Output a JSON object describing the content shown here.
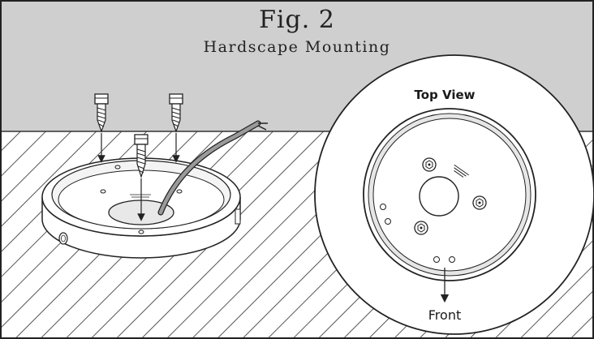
{
  "figure": {
    "title": "Fig. 2",
    "subtitle": "Hardscape Mounting"
  },
  "inset": {
    "heading": "Top View",
    "direction_label": "Front"
  },
  "colors": {
    "sky": "#cfcfcf",
    "ground_hatch": "#555555",
    "outline": "#222222",
    "fixture_body": "#ffffff",
    "fixture_shade": "#eeeeee"
  },
  "icons": {
    "screw": "lag-screw-icon",
    "cable": "power-cable-icon",
    "arrow": "down-arrow-icon"
  }
}
